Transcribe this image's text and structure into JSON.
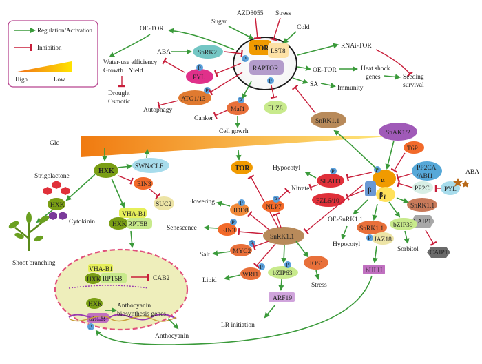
{
  "legend": {
    "activation": "Regulation/Activation",
    "inhibition": "Inhibition",
    "high": "High",
    "low": "Low"
  },
  "colors": {
    "activation": "#3a9a3a",
    "inhibition": "#c81e3a",
    "dash_cell": "#e0507a",
    "cell_fill": "#eeeebb"
  },
  "top": {
    "sugar": "Sugar",
    "azd": "AZD8055",
    "stress": "Stress",
    "cold": "Cold",
    "oetor_left": "OE-TOR",
    "rnai_tor": "RNAi-TOR",
    "aba": "ABA",
    "snrk2": "SnRK2",
    "tor": "TOR",
    "lst8": "LST8",
    "raptor": "RAPTOR",
    "pyl": "PYL",
    "atg": "ATG1/13",
    "maf1": "Maf1",
    "flz8": "FLZ8",
    "oetor_right": "OE-TOR",
    "heat1": "Heat shock",
    "heat2": "genes",
    "seed1": "Seeding",
    "seed2": "survival",
    "sa": "SA",
    "immunity": "Immunity",
    "wue": "Water-use efficiency",
    "growth": "Growth",
    "yield": "Yield",
    "drought": "Drought",
    "osmotic": "Osmotic",
    "autophagy": "Autophagy",
    "canker": "Canker",
    "cellgrowth": "Cell gowrh",
    "snrk11_top": "SnRK1.1"
  },
  "mid": {
    "glc": "Glc",
    "hxk": "HXK",
    "swn": "SWN/CLF",
    "eins": "EIN3",
    "suc2": "SUC2",
    "strigolactone": "Strigolactone",
    "hxk2": "HXK",
    "cytokinin": "Cytokinin",
    "vhab1": "VHA-B1",
    "hxk3": "HXK",
    "rpt5b": "RPT5B",
    "shoot": "Shoot branching",
    "tor2": "TOR",
    "hypocotyl": "Hypocotyl",
    "slah3": "SLAH3",
    "nitrate": "Nitrate",
    "flowering": "Flowering",
    "idd8": "IDD8",
    "nlp7": "NLP7",
    "fzl": "FZL6/10",
    "senescence": "Senescence",
    "ein3b": "EIN3",
    "snrk11": "SnRK1.1",
    "salt": "Salt",
    "myc2": "MYC2",
    "hos1": "HOS1",
    "stress": "Stress",
    "lipid": "Lipid",
    "wri1": "WRI1",
    "bzip63": "bZIP63",
    "arf19": "ARF19",
    "lr": "LR initiation",
    "snak": "SnAK1/2",
    "t6p": "T6P",
    "pp2ca1": "PP2CA",
    "pp2ca2": "/ABI1",
    "aba2": "ABA",
    "pp2c": "PP2C",
    "pyl2": "PYL",
    "alpha": "α",
    "beta": "β",
    "betagamma": "βγ",
    "snrk11r": "SnRK1.1",
    "caip1": "CAIP1",
    "caip1b": "CAIP1",
    "oesnrk": "OE-SnRK1.1",
    "snrk11c": "SnRK1.1",
    "jaz18": "JAZ18",
    "bzip39": "bZIP39",
    "hypocotyl2": "Hypocotyl",
    "sorbitol": "Sorbitol",
    "bhlh": "bHLH",
    "p": "P"
  },
  "cell": {
    "vhab1": "VHA-B1",
    "hxk": "HXK",
    "rpt5b": "RPT5B",
    "cab2": "CAB2",
    "hxk2": "HXK",
    "bhlh": "bHLH",
    "antho1": "Anthocyanin",
    "antho2": "biosynthesis genes",
    "anthocyanin": "Anthocyanin"
  }
}
